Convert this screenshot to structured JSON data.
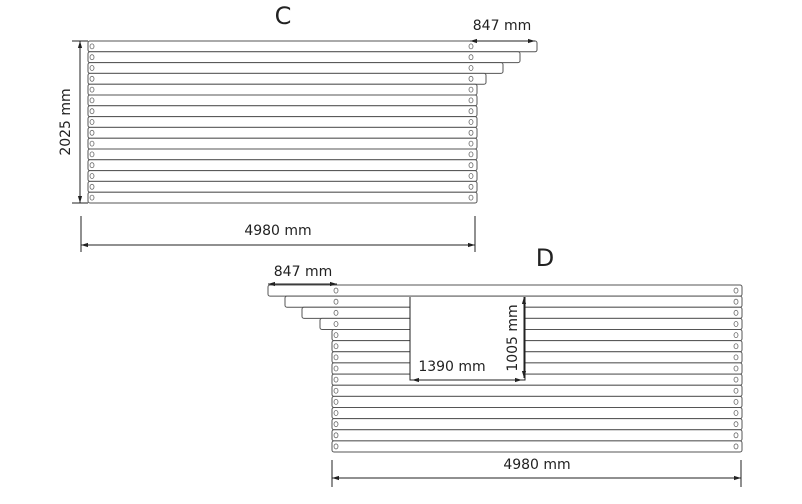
{
  "views": {
    "c": {
      "title": "C",
      "height_label": "2025 mm",
      "width_label": "4980 mm",
      "overhang_label": "847 mm",
      "log_count": 15
    },
    "d": {
      "title": "D",
      "width_label": "4980 mm",
      "overhang_label": "847 mm",
      "opening_width_label": "1390 mm",
      "opening_height_label": "1005 mm",
      "log_count": 15
    }
  }
}
